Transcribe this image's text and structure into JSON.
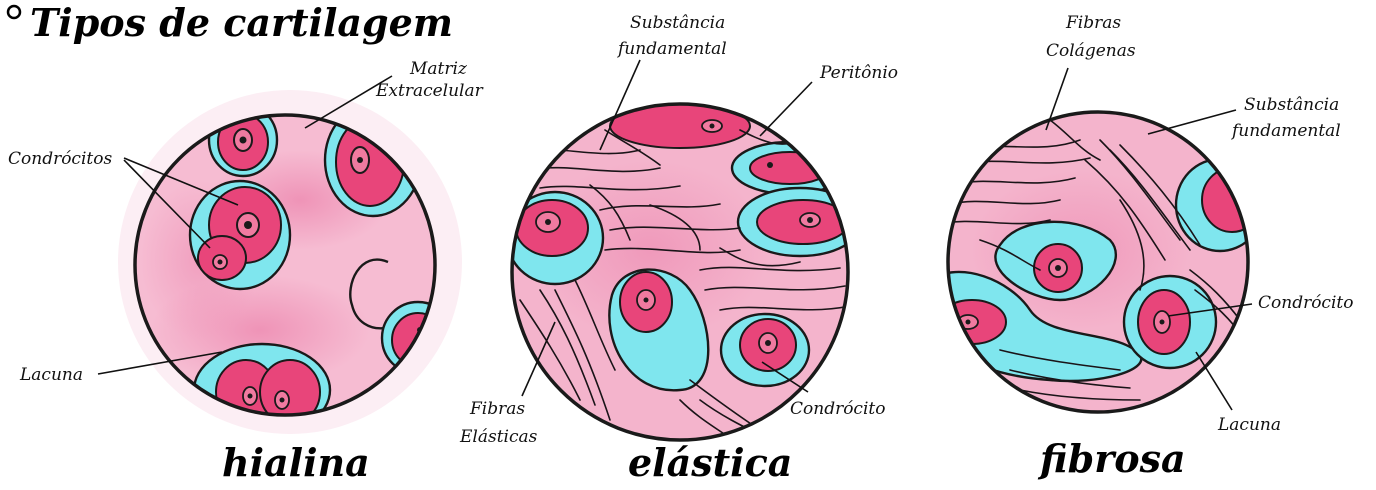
{
  "title": "Tipos de cartilagem",
  "colors": {
    "matrix": "#f5b8d0",
    "matrix_dark": "#e77fa6",
    "cell_pink": "#e8457a",
    "lacuna_cyan": "#7fe6ee",
    "nucleus": "#d12a63",
    "ink": "#111111"
  },
  "panels": [
    {
      "name": "hialina",
      "labels": {
        "matriz": [
          "Matriz",
          "Extracelular"
        ],
        "condrocitos": "Condrócitos",
        "lacuna": "Lacuna"
      }
    },
    {
      "name": "elástica",
      "labels": {
        "substancia": [
          "Substância",
          "fundamental"
        ],
        "peritonio": "Peritônio",
        "fibras": [
          "Fibras",
          "Elásticas"
        ],
        "condrocito": "Condrócito"
      }
    },
    {
      "name": "fibrosa",
      "labels": {
        "fibras": [
          "Fibras",
          "Colágenas"
        ],
        "substancia": [
          "Substância",
          "fundamental"
        ],
        "condrocito": "Condrócito",
        "lacuna": "Lacuna"
      }
    }
  ]
}
